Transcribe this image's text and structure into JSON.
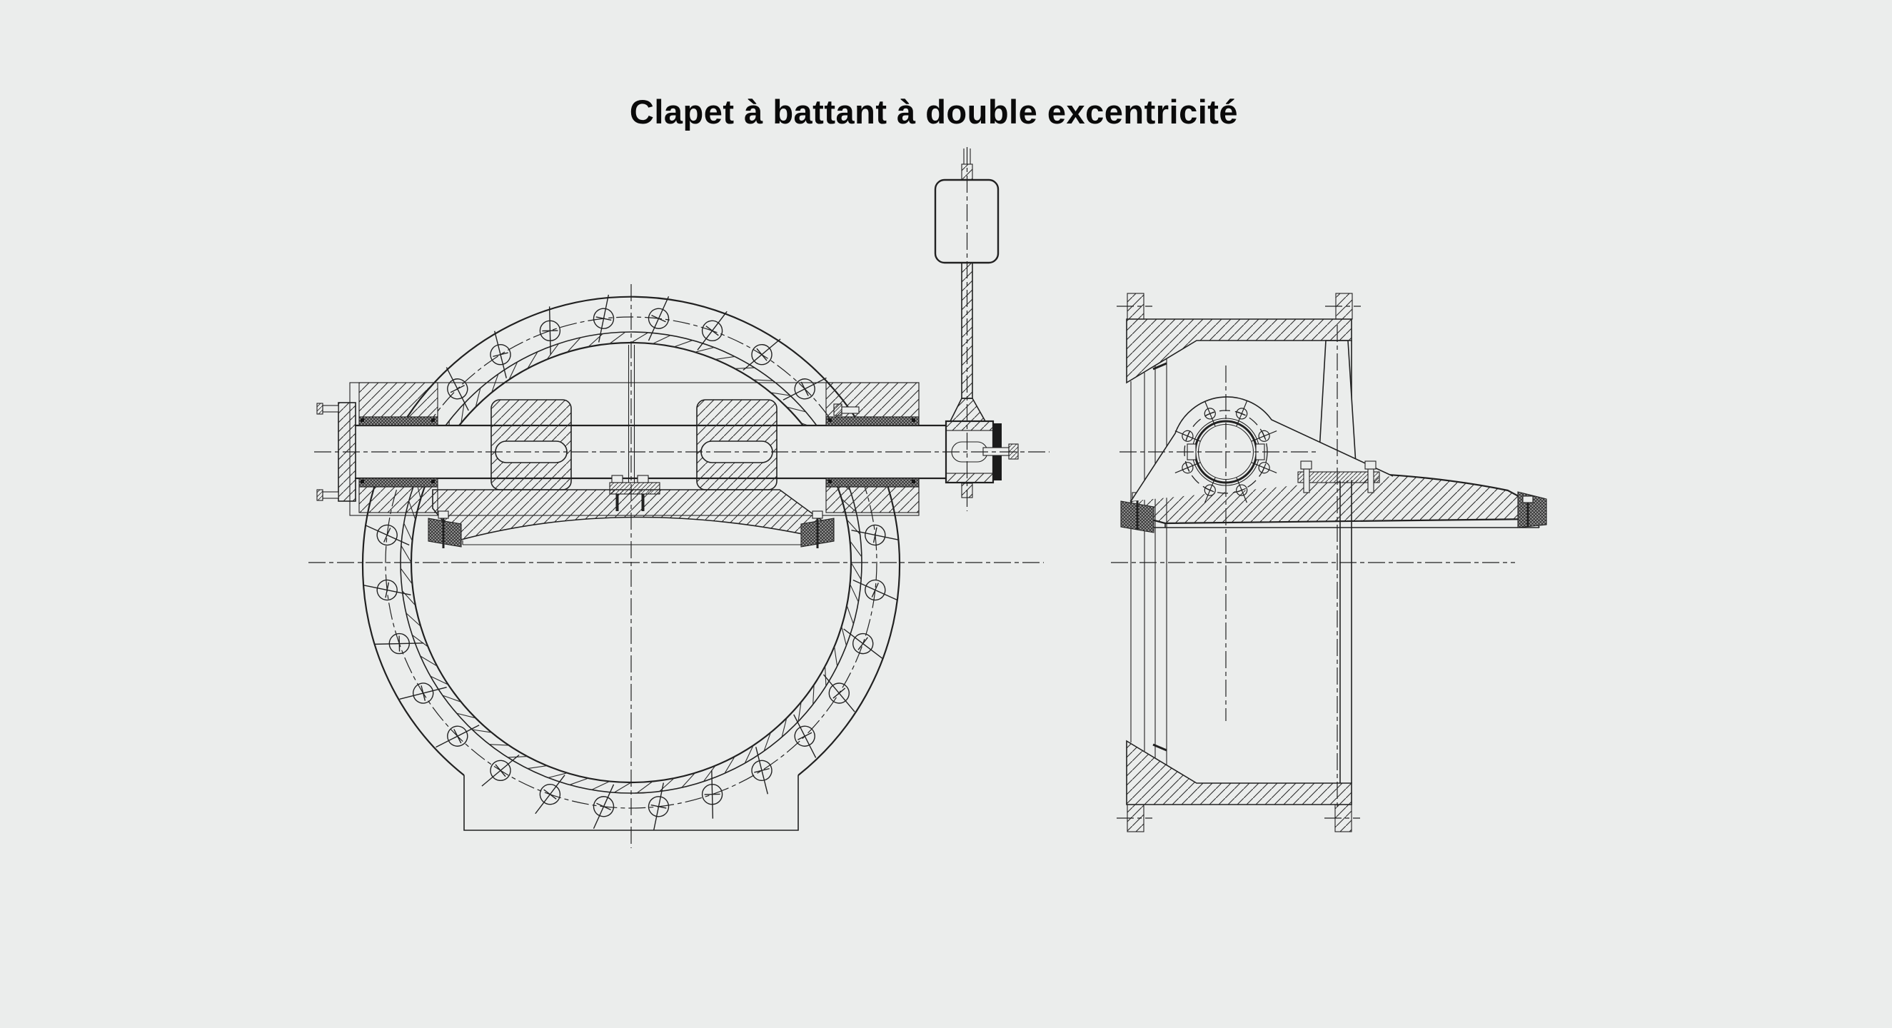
{
  "title": "Clapet à battant à double excentricité",
  "colors": {
    "background": "#ebedec",
    "line": "#212121",
    "title": "#0a0a0a",
    "dark": "#1b1b1b"
  },
  "drawing": {
    "flange_bolt_count": 28,
    "hinge_bolt_count": 8,
    "ring_tick_count": 64
  }
}
